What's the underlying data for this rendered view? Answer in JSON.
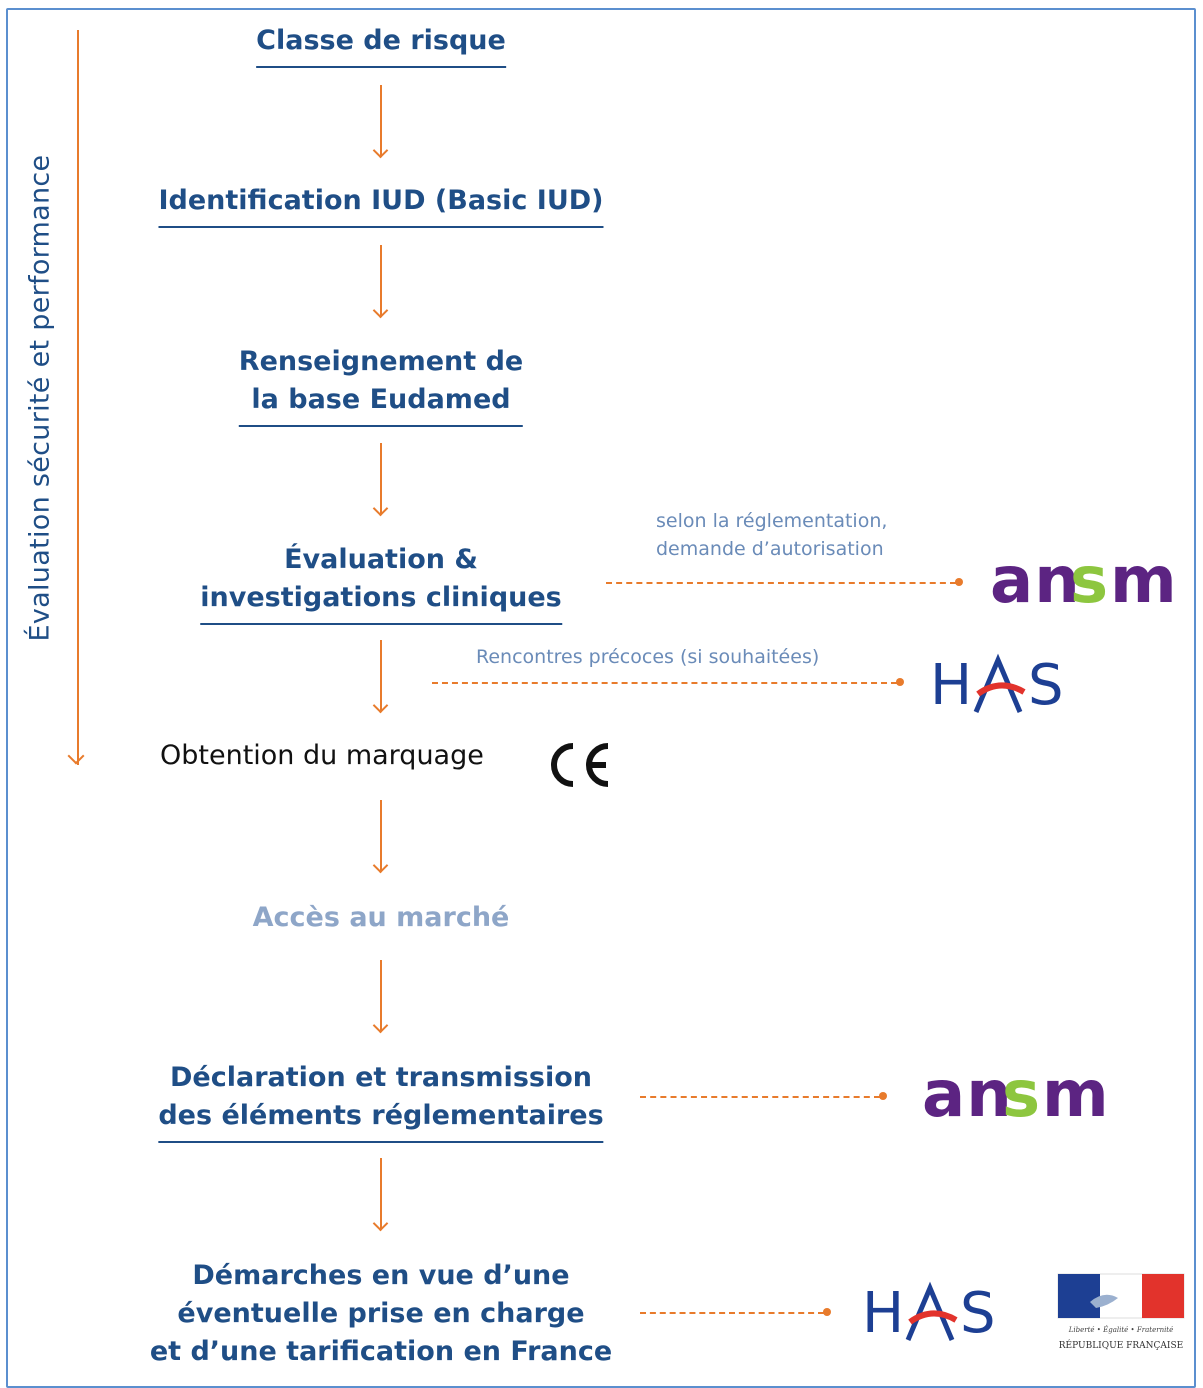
{
  "side_label": "Évaluation sécurité et performance",
  "steps": {
    "classe": "Classe de risque",
    "identification": "Identification IUD (Basic IUD)",
    "renseignement_1": "Renseignement de",
    "renseignement_2": "la base Eudamed",
    "evaluation_1": "Évaluation &",
    "evaluation_2": "investigations cliniques",
    "obtention": "Obtention du marquage",
    "acces": "Accès au marché",
    "declaration_1": "Déclaration et transmission",
    "declaration_2": "des éléments réglementaires",
    "demarches_1": "Démarches en vue d’une",
    "demarches_2": "éventuelle prise en charge",
    "demarches_3": "et d’une tarification en France"
  },
  "notes": {
    "reglementation_1": "selon la réglementation,",
    "reglementation_2": "demande d’autorisation",
    "rencontres": "Rencontres précoces (si souhaitées)"
  },
  "logos": {
    "ansm": "ansm",
    "has": "HAS",
    "ce": "CE",
    "republique_devise": "Liberté • Égalité • Fraternité",
    "republique_name": "RÉPUBLIQUE FRANÇAISE"
  },
  "colors": {
    "navy": "#1f4e86",
    "orange": "#e87b2c",
    "ansm_purple": "#5c2482",
    "ansm_green": "#8dc63f",
    "has_blue": "#1d3f93",
    "has_red": "#e2332c",
    "muted_blue": "#8ea6c8"
  }
}
